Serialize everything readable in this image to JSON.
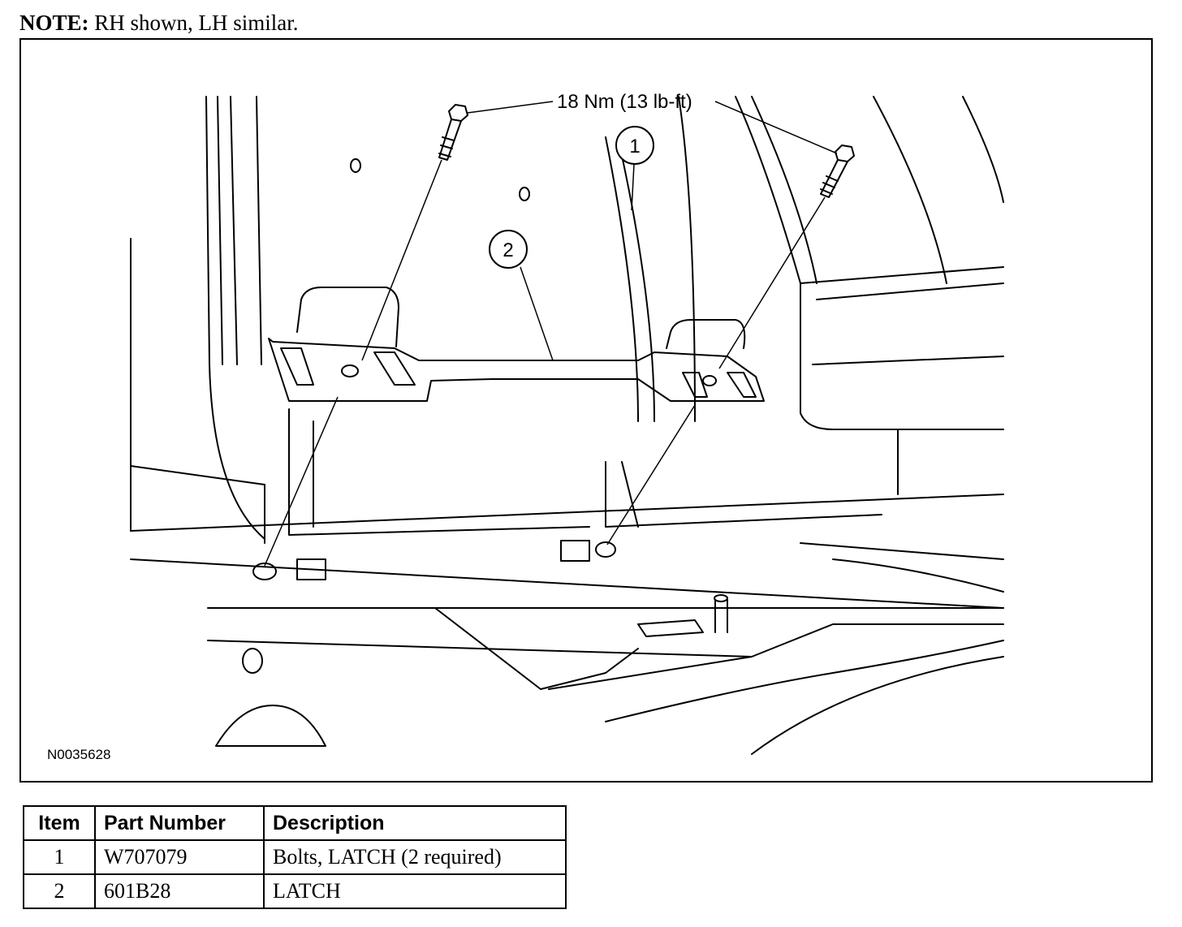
{
  "note": {
    "label": "NOTE:",
    "text": " RH shown, LH similar."
  },
  "figure": {
    "torque_label": "18 Nm (13 lb-ft)",
    "callout_1": "1",
    "callout_2": "2",
    "figure_id": "N0035628"
  },
  "table": {
    "headers": {
      "item": "Item",
      "part_number": "Part Number",
      "description": "Description"
    },
    "rows": [
      {
        "item": "1",
        "part_number": "W707079",
        "description": "Bolts, LATCH (2 required)"
      },
      {
        "item": "2",
        "part_number": "601B28",
        "description": "LATCH"
      }
    ]
  },
  "colors": {
    "line": "#000000",
    "background": "#ffffff"
  }
}
